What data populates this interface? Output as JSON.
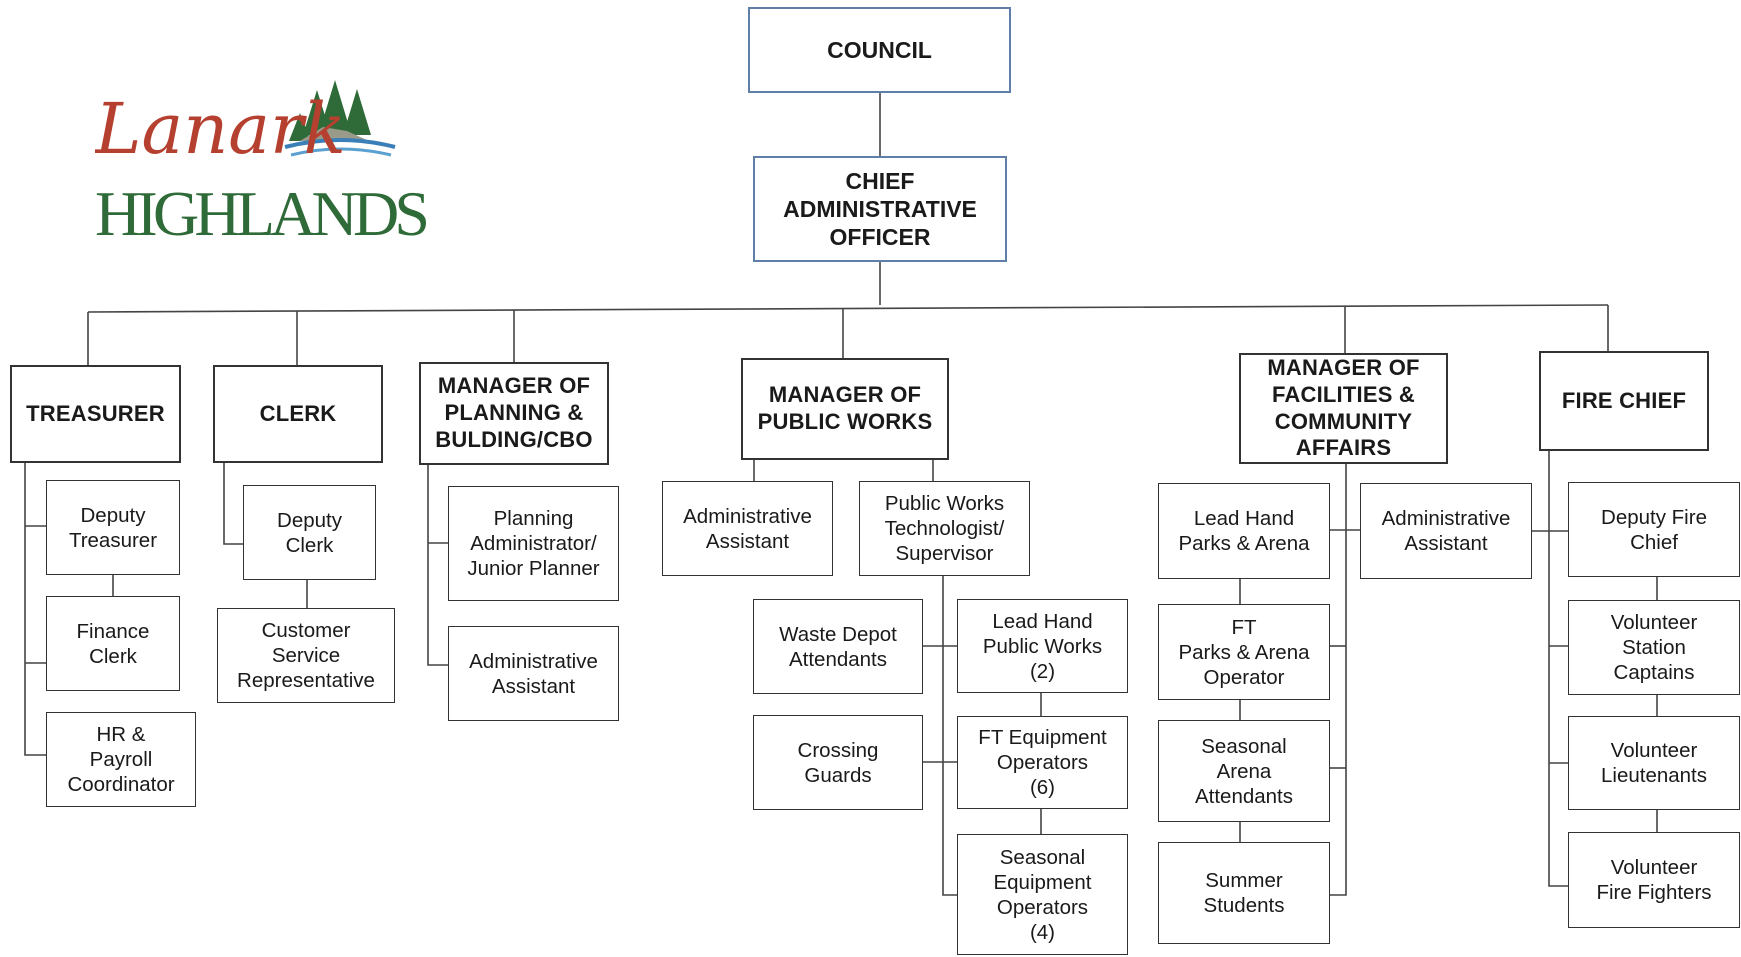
{
  "logo": {
    "script_text": "Lanark",
    "caps_text": "HIGHLANDS"
  },
  "council": "COUNCIL",
  "cao": "CHIEF\nADMINISTRATIVE\nOFFICER",
  "treasurer": {
    "title": "TREASURER",
    "staff": [
      "Deputy\nTreasurer",
      "Finance\nClerk",
      "HR &\nPayroll\nCoordinator"
    ]
  },
  "clerk": {
    "title": "CLERK",
    "staff": [
      "Deputy\nClerk",
      "Customer\nService\nRepresentative"
    ]
  },
  "planning": {
    "title": "MANAGER OF\nPLANNING &\nBULDING/CBO",
    "staff": [
      "Planning\nAdministrator/\nJunior Planner",
      "Administrative\nAssistant"
    ]
  },
  "public_works": {
    "title": "MANAGER OF\nPUBLIC WORKS",
    "admin": "Administrative\nAssistant",
    "supervisor": "Public Works\nTechnologist/\nSupervisor",
    "waste": "Waste Depot\nAttendants",
    "crossing": "Crossing\nGuards",
    "lead_hand": "Lead Hand\nPublic Works\n(2)",
    "ft_operators": "FT Equipment\nOperators\n(6)",
    "seasonal_operators": "Seasonal\nEquipment\nOperators\n(4)"
  },
  "facilities": {
    "title": "MANAGER OF\nFACILITIES &\nCOMMUNITY\nAFFAIRS",
    "staff": [
      "Lead Hand\nParks & Arena",
      "FT\nParks & Arena\nOperator",
      "Seasonal\nArena\nAttendants",
      "Summer\nStudents"
    ],
    "admin": "Administrative\nAssistant"
  },
  "fire": {
    "title": "FIRE CHIEF",
    "staff": [
      "Deputy Fire\nChief",
      "Volunteer\nStation\nCaptains",
      "Volunteer\nLieutenants",
      "Volunteer\nFire Fighters"
    ]
  },
  "colors": {
    "line": "#444444",
    "box_border": "#333333",
    "top_border": "#5f7fa8",
    "logo_script": "#b5402f",
    "logo_caps": "#2f6b38",
    "logo_tree": "#2f6b38",
    "logo_water": "#3a7fb8"
  }
}
